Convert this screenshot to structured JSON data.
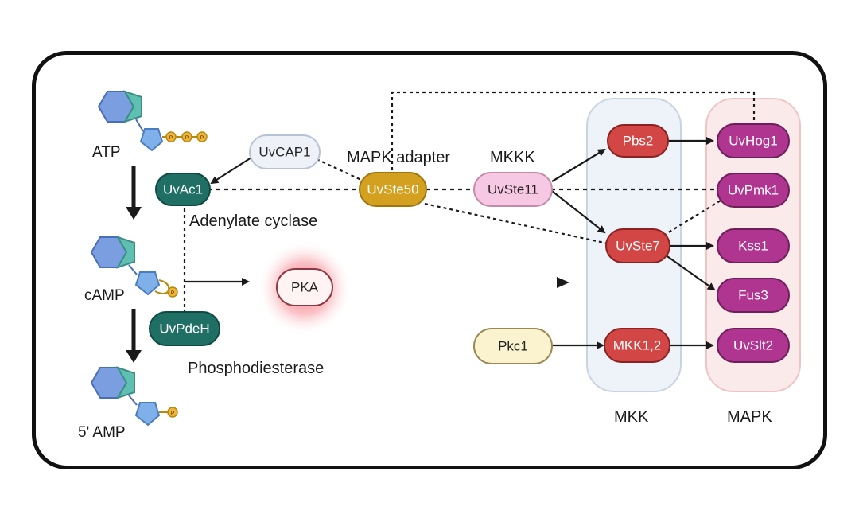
{
  "molecules": {
    "atp": "ATP",
    "camp": "cAMP",
    "amp": "5' AMP",
    "phosphate": "P"
  },
  "nodes": {
    "uvcap1": "UvCAP1",
    "uvac1": "UvAc1",
    "uvste50": "UvSte50",
    "uvste11": "UvSte11",
    "pka": "PKA",
    "uvpdeh": "UvPdeH",
    "pkc1": "Pkc1",
    "pbs2": "Pbs2",
    "uvste7": "UvSte7",
    "mkk12": "MKK1,2",
    "uvhog1": "UvHog1",
    "uvpmk1": "UvPmk1",
    "kss1": "Kss1",
    "fus3": "Fus3",
    "uvslt2": "UvSlt2"
  },
  "labels": {
    "adenylate_cyclase": "Adenylate cyclase",
    "phosphodiesterase": "Phosphodiesterase",
    "mapk_adapter": "MAPK adapter",
    "mkkk": "MKKK",
    "mkk": "MKK",
    "mapk": "MAPK"
  },
  "colors": {
    "teal": "#1f6f64",
    "gold": "#d4a020",
    "pink_light": "#f6c8e3",
    "red": "#d24646",
    "magenta": "#b03590",
    "cream": "#fbf3cf",
    "grey_light": "#eef1f8",
    "mkk_column": "#eef3f9",
    "mapk_column": "#fbeaea"
  }
}
